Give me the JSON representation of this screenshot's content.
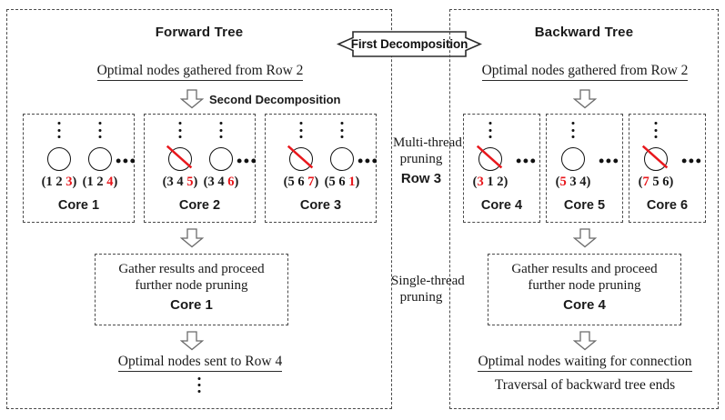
{
  "figure": {
    "title": "Parallel bidirectional tree decomposition and pruning diagram"
  },
  "forward": {
    "tree_title": "Forward Tree",
    "gathered_caption": "Optimal nodes gathered from Row 2",
    "second_decomposition": "Second Decomposition",
    "cores": [
      {
        "label": "Core 1",
        "nodes": [
          {
            "digits": [
              "1",
              "2",
              "3"
            ],
            "red_index": 2,
            "pruned": false
          },
          {
            "digits": [
              "1",
              "2",
              "4"
            ],
            "red_index": 2,
            "pruned": false
          }
        ],
        "ellipsis": "•••"
      },
      {
        "label": "Core 2",
        "nodes": [
          {
            "digits": [
              "3",
              "4",
              "5"
            ],
            "red_index": 2,
            "pruned": true
          },
          {
            "digits": [
              "3",
              "4",
              "6"
            ],
            "red_index": 2,
            "pruned": false
          }
        ],
        "ellipsis": "•••"
      },
      {
        "label": "Core 3",
        "nodes": [
          {
            "digits": [
              "5",
              "6",
              "7"
            ],
            "red_index": 2,
            "pruned": true
          },
          {
            "digits": [
              "5",
              "6",
              "1"
            ],
            "red_index": 2,
            "pruned": false
          }
        ],
        "ellipsis": "•••"
      }
    ],
    "gather_line1": "Gather results and proceed",
    "gather_line2": "further node pruning",
    "gather_core": "Core 1",
    "result_caption": "Optimal nodes sent to Row 4",
    "tail_ellipsis": "vertical-ellipsis"
  },
  "backward": {
    "tree_title": "Backward Tree",
    "gathered_caption": "Optimal nodes gathered from Row 2",
    "cores": [
      {
        "label": "Core 4",
        "nodes": [
          {
            "digits": [
              "3",
              "1",
              "2"
            ],
            "red_index": 0,
            "pruned": true
          }
        ],
        "ellipsis": "•••"
      },
      {
        "label": "Core 5",
        "nodes": [
          {
            "digits": [
              "5",
              "3",
              "4"
            ],
            "red_index": 0,
            "pruned": false
          }
        ],
        "ellipsis": "•••"
      },
      {
        "label": "Core 6",
        "nodes": [
          {
            "digits": [
              "7",
              "5",
              "6"
            ],
            "red_index": 0,
            "pruned": true
          }
        ],
        "ellipsis": "•••"
      }
    ],
    "gather_line1": "Gather results and proceed",
    "gather_line2": "further node pruning",
    "gather_core": "Core 4",
    "result_caption": "Optimal nodes waiting for connection",
    "end_caption": "Traversal of backward tree ends"
  },
  "middle": {
    "first_decomposition": "First Decomposition",
    "multi_thread_line1": "Multi-thread",
    "multi_thread_line2": "pruning",
    "row_label": "Row 3",
    "single_thread_line1": "Single-thread",
    "single_thread_line2": "pruning"
  },
  "colors": {
    "pruned_slash": "#e8171c",
    "red_digit": "#e8171c",
    "dash_border": "#4a4a4a",
    "ink": "#1a1a1a",
    "arrow_outline": "#6b6b6b",
    "background": "#ffffff"
  },
  "icons": {
    "down_arrow": "block-arrow-down-icon",
    "bidirectional_arrow": "block-arrow-bidirectional-icon",
    "pruned_mark": "red-slash-icon"
  }
}
